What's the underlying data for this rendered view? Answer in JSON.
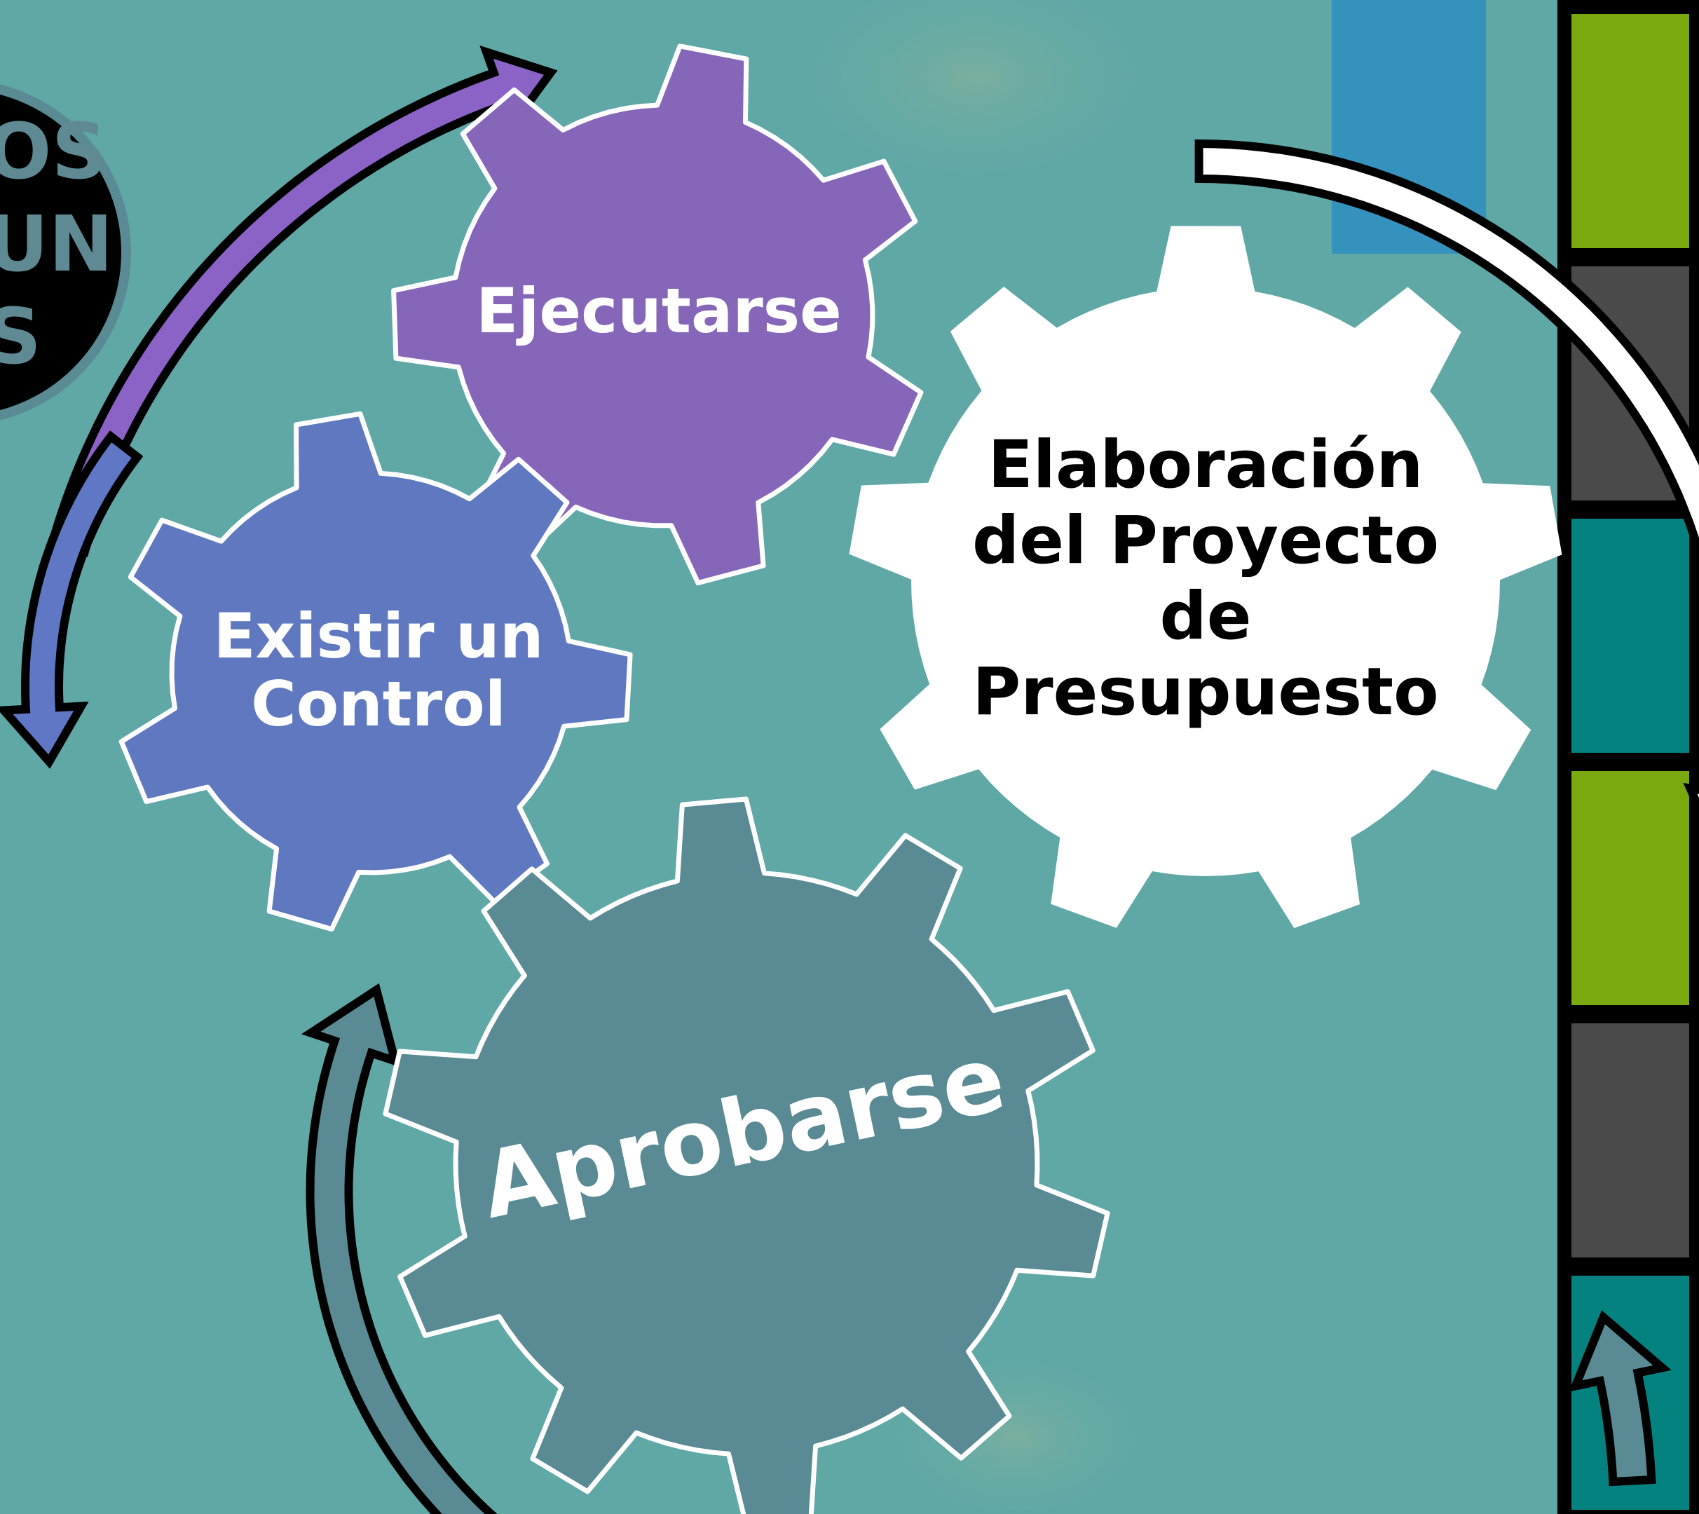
{
  "palette": {
    "background": "#5fa8a6",
    "gear_purple": "#8666b9",
    "gear_blue": "#5f78c0",
    "gear_white": "#ffffff",
    "gear_teal": "#5a8a94",
    "arrow_purple": "#8b63c6",
    "arrow_blue": "#6077c5",
    "arrow_white": "#ffffff",
    "arrow_teal": "#5a8a94",
    "strip_green": "#7aa80f",
    "strip_gray": "#4a4a4a",
    "strip_teal": "#03827f",
    "strip_blue": "#3592bd",
    "circle_black": "#000000",
    "circle_text": "#5f8a94"
  },
  "cropped_circle": {
    "lines": [
      "OS",
      "UN",
      "S"
    ]
  },
  "gears": [
    {
      "id": "ejecutarse",
      "color": "gear_purple",
      "text_color": "#ffffff",
      "lines": [
        "Ejecutarse"
      ]
    },
    {
      "id": "existir",
      "color": "gear_blue",
      "text_color": "#ffffff",
      "lines": [
        "Existir un",
        "Control"
      ]
    },
    {
      "id": "elaboracion",
      "color": "gear_white",
      "text_color": "#000000",
      "lines": [
        "Elaboración",
        "del Proyecto",
        "de",
        "Presupuesto"
      ]
    },
    {
      "id": "aprobarse",
      "color": "gear_teal",
      "text_color": "#ffffff",
      "lines": [
        "Aprobarse"
      ]
    }
  ],
  "side_strip": {
    "blocks": [
      "strip_green",
      "strip_gray",
      "strip_teal",
      "strip_green",
      "strip_gray",
      "strip_teal"
    ],
    "accent": "strip_blue"
  }
}
